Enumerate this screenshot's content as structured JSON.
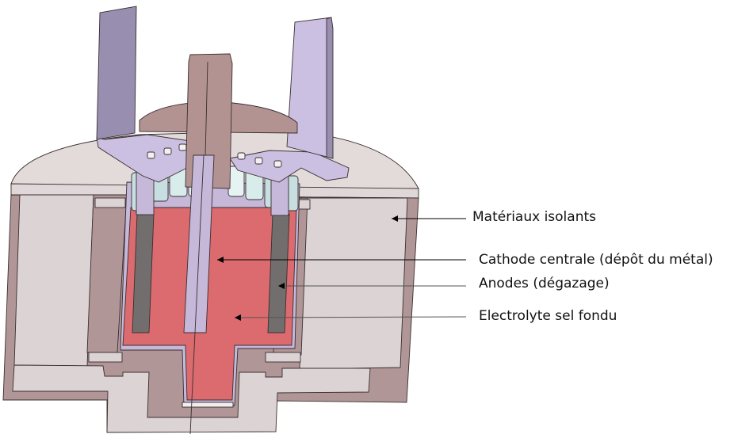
{
  "title": "Cellule d'électrolyse en sel fondu — vue en coupe",
  "labels": {
    "insulation": "Matériaux isolants",
    "cathode": "Cathode centrale (dépôt du métal)",
    "anodes": "Anodes (dégazage)",
    "electrolyte": "Electrolyte sel fondu"
  },
  "colors": {
    "insulation_light": "#dcd4d4",
    "shell_brown": "#b09696",
    "electrolyte_red": "#db6b6e",
    "anode_gray": "#726e6e",
    "cathode_lavender": "#c5b8d9",
    "busbar_lavender": "#cbbfe2",
    "busbar_dark": "#9a8fb0",
    "cathode_head": "#b39392",
    "insulator_cyan": "#c7dfe0"
  }
}
